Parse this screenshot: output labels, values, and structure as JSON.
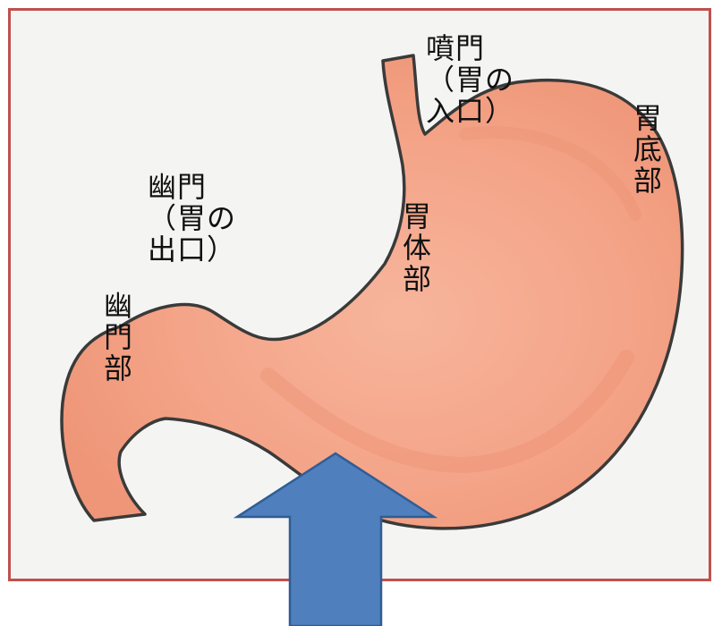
{
  "labels": {
    "cardia": [
      "噴門",
      "（胃の",
      "入口）"
    ],
    "fundus": [
      "胃",
      "底",
      "部"
    ],
    "body": [
      "胃",
      "体",
      "部"
    ],
    "pylorus": [
      "幽門",
      "（胃の",
      "出口）"
    ],
    "pyloric_part": [
      "幽",
      "門",
      "部"
    ]
  },
  "colors": {
    "frame_border": "#c0504d",
    "paper": "#f4f4f2",
    "stomach_fill": "#f4a488",
    "stomach_outline": "#3a3a3a",
    "arrow_fill": "#4f7fbd",
    "arrow_stroke": "#2f5d95",
    "text": "#111111"
  }
}
